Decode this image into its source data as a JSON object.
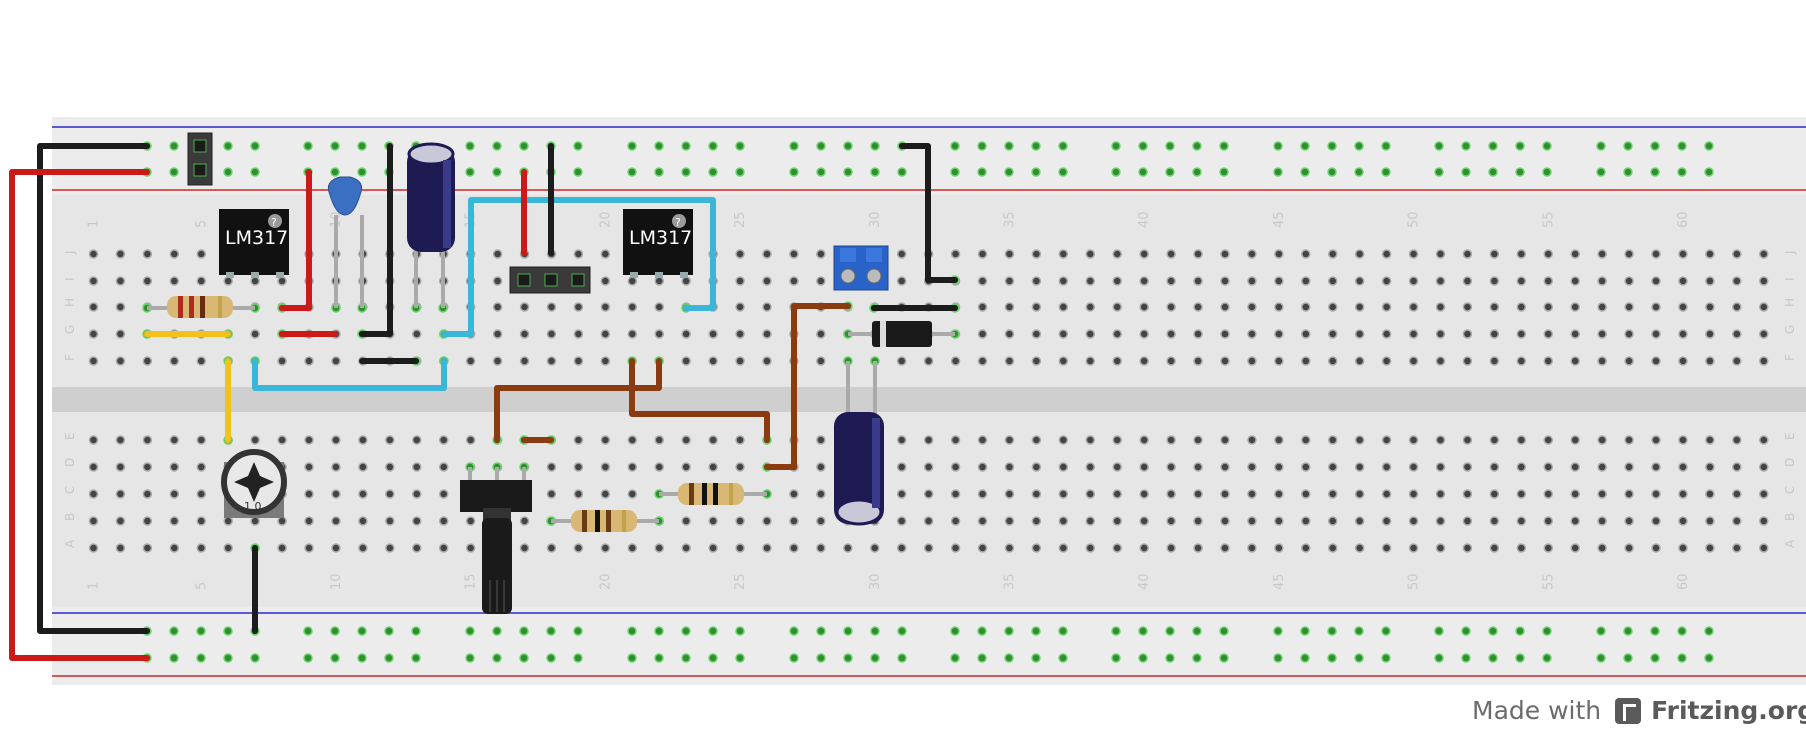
{
  "breadboard": {
    "column_numbers": [
      "1",
      "5",
      "10",
      "15",
      "20",
      "25",
      "30",
      "35",
      "40",
      "45",
      "50",
      "55",
      "60"
    ],
    "row_letters_top": [
      "J",
      "I",
      "H",
      "G",
      "F"
    ],
    "row_letters_bottom": [
      "E",
      "D",
      "C",
      "B",
      "A"
    ]
  },
  "components": {
    "regulator_1": {
      "label": "LM317"
    },
    "regulator_2": {
      "label": "LM317"
    },
    "potentiometer": {
      "label": "1 0"
    }
  },
  "colors": {
    "wire_black": "#1c1c1c",
    "wire_red": "#cc1a1a",
    "wire_yellow": "#f2c21b",
    "wire_cyan": "#39b7d9",
    "wire_brown": "#8a3b0f",
    "board": "#e8e8e8",
    "hole_green": "#3a9a3a",
    "capacitor": "#1e1a52"
  },
  "footer": {
    "made_with": "Made with",
    "brand": "Fritzing.org"
  }
}
